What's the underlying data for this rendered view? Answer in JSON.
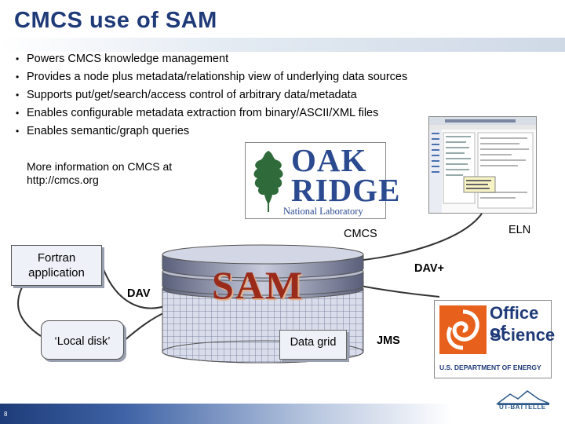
{
  "slide": {
    "title": "CMCS use of SAM",
    "bullets": [
      "Powers CMCS knowledge management",
      "Provides a node plus metadata/relationship view of underlying data sources",
      "Supports put/get/search/access control of arbitrary data/metadata",
      "Enables configurable metadata extraction from binary/ASCII/XML files",
      "Enables semantic/graph queries"
    ],
    "more_info_line1": "More information on CMCS at",
    "more_info_line2": "http://cmcs.org",
    "page_number": "8"
  },
  "diagram": {
    "labels": {
      "cmcs": "CMCS",
      "eln": "ELN",
      "dav_plus": "DAV+",
      "dav": "DAV",
      "jms": "JMS",
      "sam": "SAM"
    },
    "boxes": {
      "fortran_line1": "Fortran",
      "fortran_line2": "application",
      "local_disk": "‘Local disk’",
      "data_grid": "Data grid"
    }
  },
  "logos": {
    "ornl_line1": "OAK",
    "ornl_line2": "RIDGE",
    "ornl_line3": "National Laboratory",
    "doe_line1": "Office of",
    "doe_line2": "Science",
    "doe_line3": "U.S. DEPARTMENT OF ENERGY",
    "ut_battelle": "UT-BATTELLE"
  },
  "colors": {
    "title": "#1f3a78",
    "sam_text": "#9a2a1a",
    "doe_orange": "#e8611c",
    "doe_blue": "#1f3a78"
  }
}
